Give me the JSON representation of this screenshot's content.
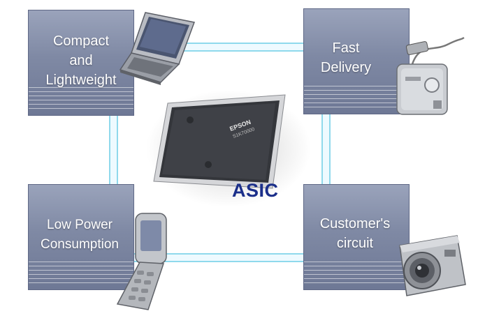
{
  "boxes": {
    "top_left": "Compact\nand\nLightweight",
    "top_right": "Fast\nDelivery",
    "bottom_left": "Low Power\nConsumption",
    "bottom_right": "Customer's\ncircuit"
  },
  "chip": {
    "label": "ASIC",
    "brand": "EPSON",
    "part": "S1K70000"
  },
  "icons": [
    "laptop-icon",
    "power-adapter-icon",
    "flip-phone-icon",
    "digital-camera-icon",
    "asic-chip-icon"
  ],
  "colors": {
    "box": "#7f89a4",
    "connector": "#8fd9ec",
    "asic_text": "#1b2f8a"
  }
}
